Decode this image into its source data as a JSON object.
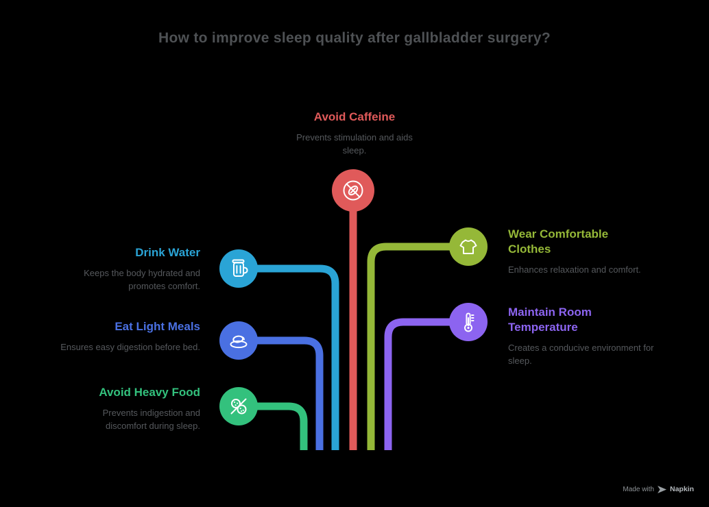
{
  "title": "How to improve sleep quality after gallbladder surgery?",
  "items": [
    {
      "id": "avoid-caffeine",
      "heading": "Avoid Caffeine",
      "description": "Prevents stimulation and aids sleep.",
      "color": "#e05a5a",
      "icon": "no-coffee-bean-icon"
    },
    {
      "id": "drink-water",
      "heading": "Drink Water",
      "description": "Keeps the body hydrated and promotes comfort.",
      "color": "#2aa4d6",
      "icon": "water-jug-icon"
    },
    {
      "id": "eat-light-meals",
      "heading": "Eat Light Meals",
      "description": "Ensures easy digestion before bed.",
      "color": "#4a70e2",
      "icon": "meal-plate-icon"
    },
    {
      "id": "avoid-heavy-food",
      "heading": "Avoid Heavy Food",
      "description": "Prevents indigestion and discomfort during sleep.",
      "color": "#33c17d",
      "icon": "no-heavy-food-icon"
    },
    {
      "id": "wear-comfortable-clothes",
      "heading": "Wear Comfortable Clothes",
      "description": "Enhances relaxation and comfort.",
      "color": "#95b838",
      "icon": "shirt-icon"
    },
    {
      "id": "maintain-room-temperature",
      "heading": "Maintain Room Temperature",
      "description": "Creates a conducive environment for sleep.",
      "color": "#8c64f0",
      "icon": "thermometer-icon"
    }
  ],
  "footer": {
    "made_with": "Made with",
    "brand": "Napkin"
  }
}
